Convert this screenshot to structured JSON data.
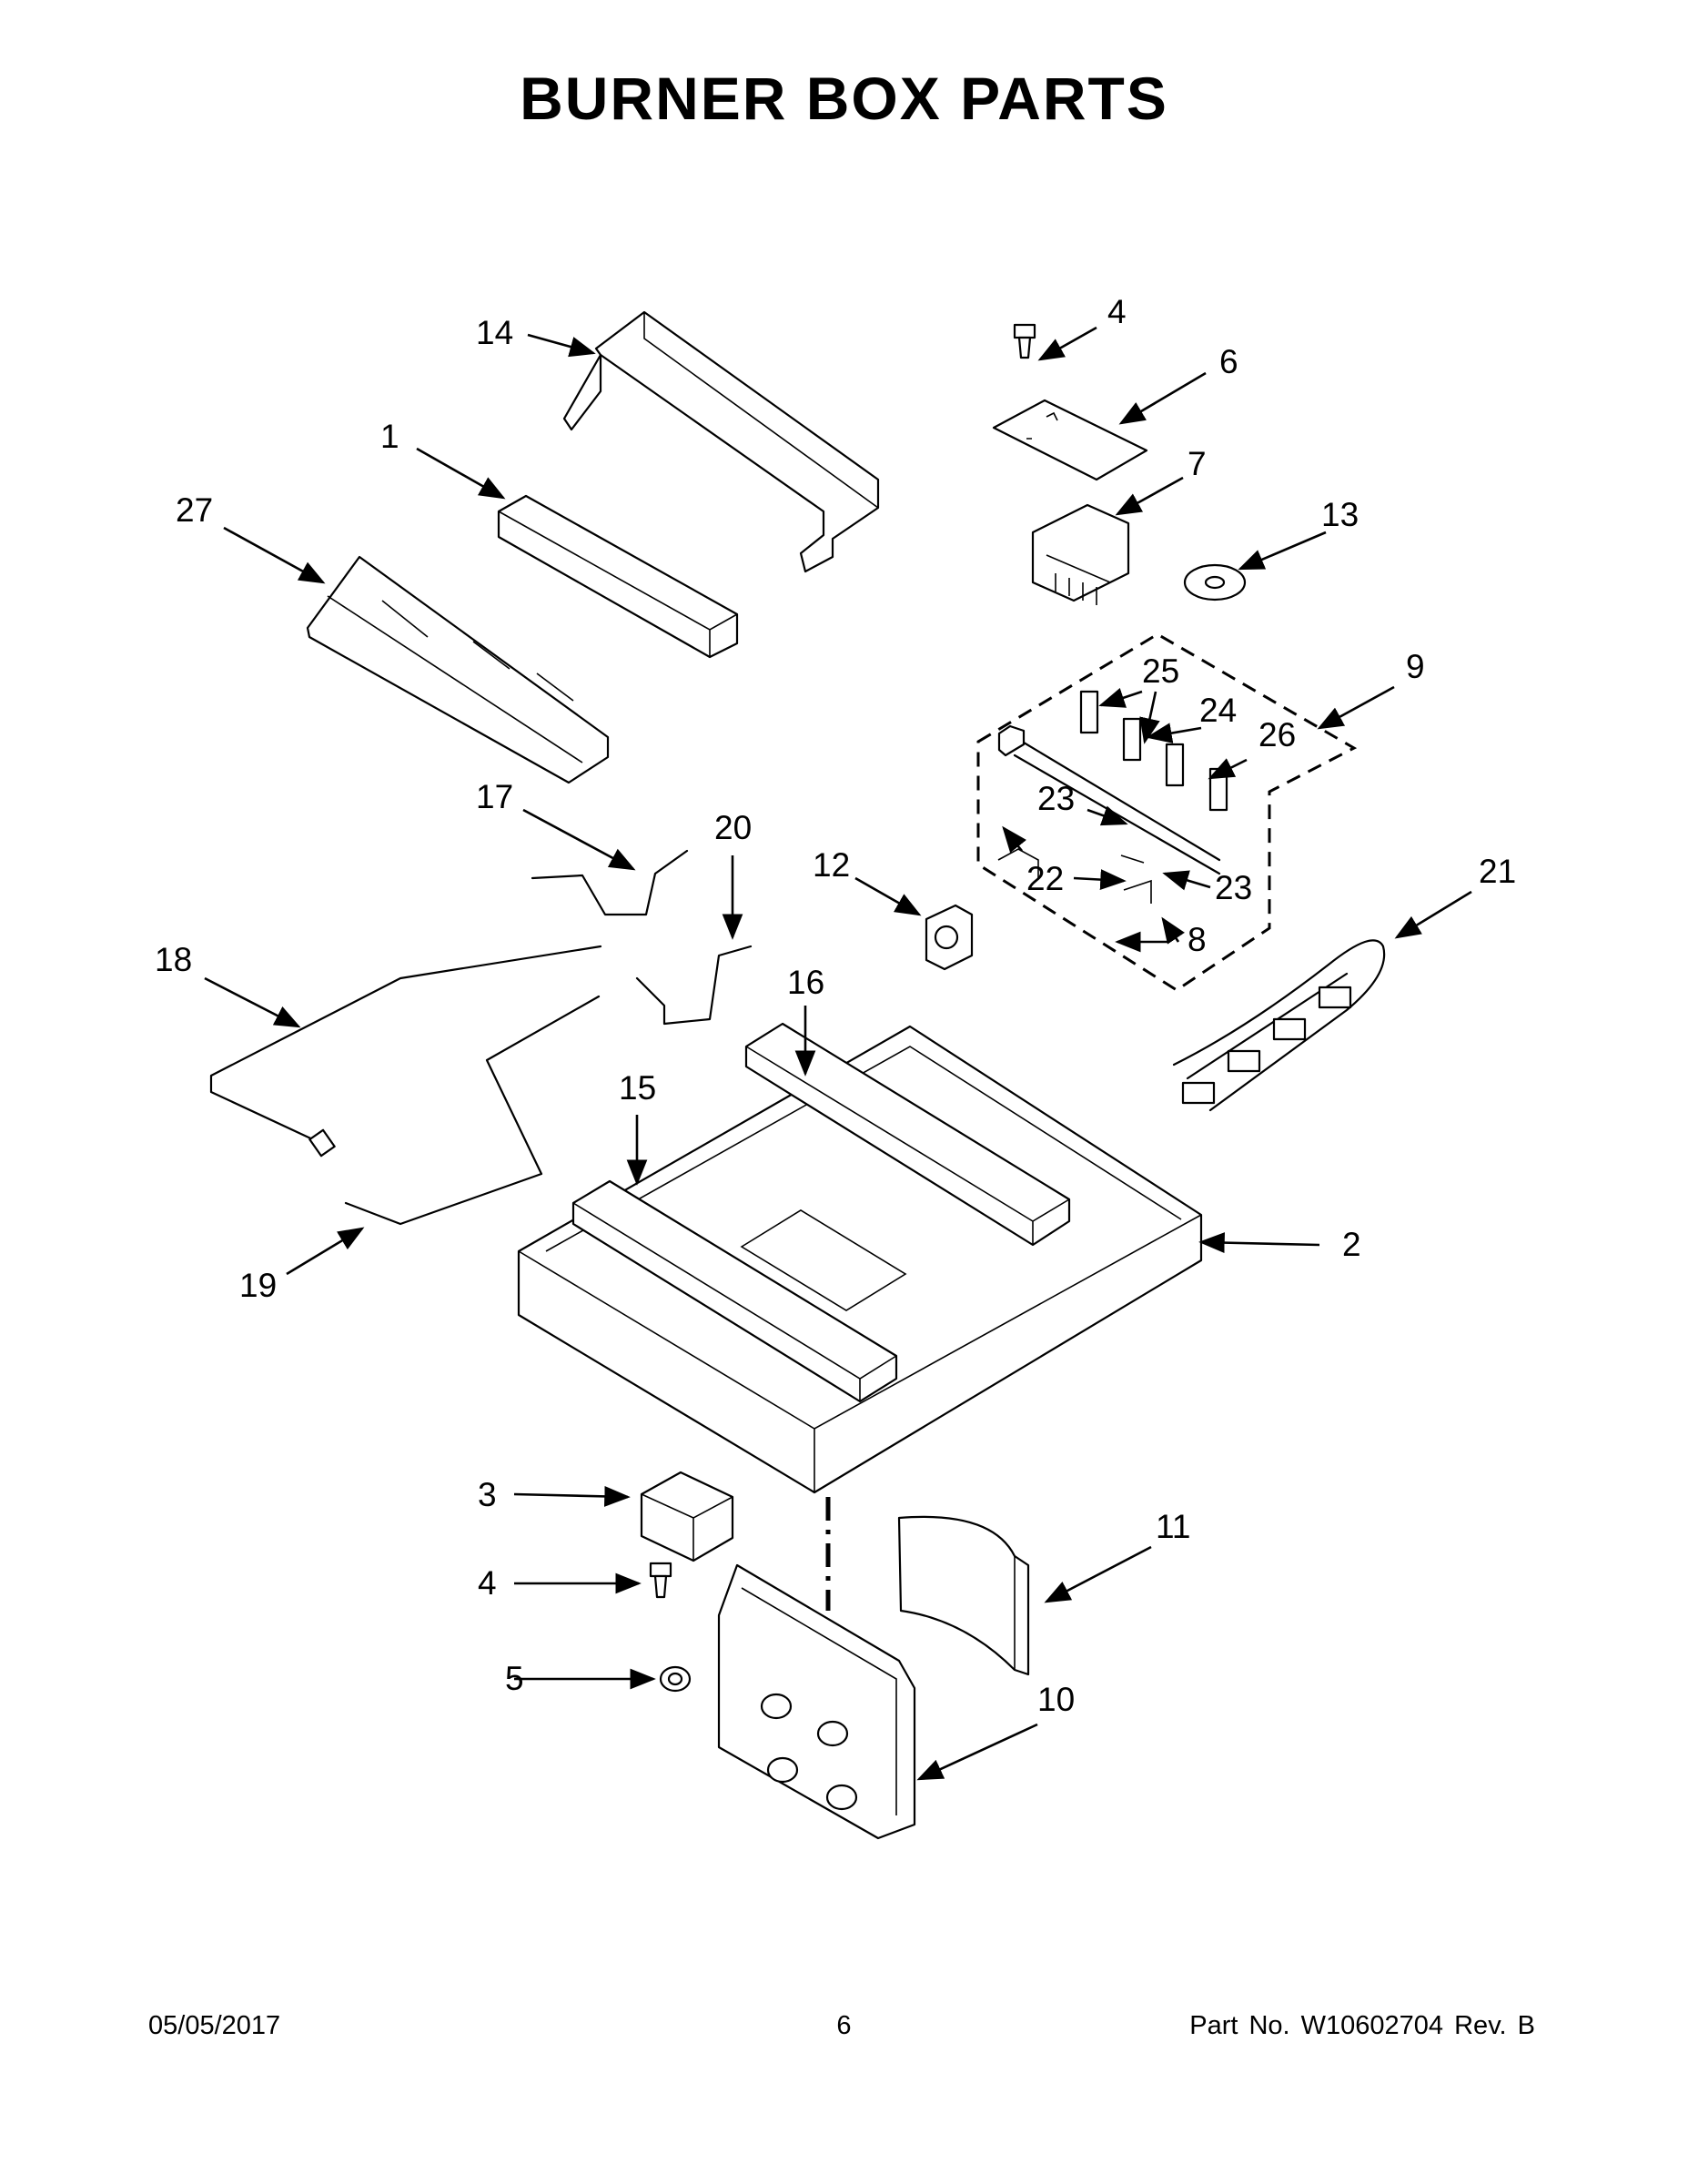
{
  "title": "BURNER BOX PARTS",
  "footer": {
    "date": "05/05/2017",
    "page": "6",
    "part_number": "Part No.  W10602704  Rev.  B"
  },
  "callouts": [
    "1",
    "2",
    "3",
    "4",
    "4",
    "5",
    "6",
    "7",
    "8",
    "9",
    "10",
    "11",
    "12",
    "13",
    "14",
    "15",
    "16",
    "17",
    "18",
    "19",
    "20",
    "21",
    "22",
    "23",
    "23",
    "24",
    "25",
    "26",
    "27"
  ]
}
